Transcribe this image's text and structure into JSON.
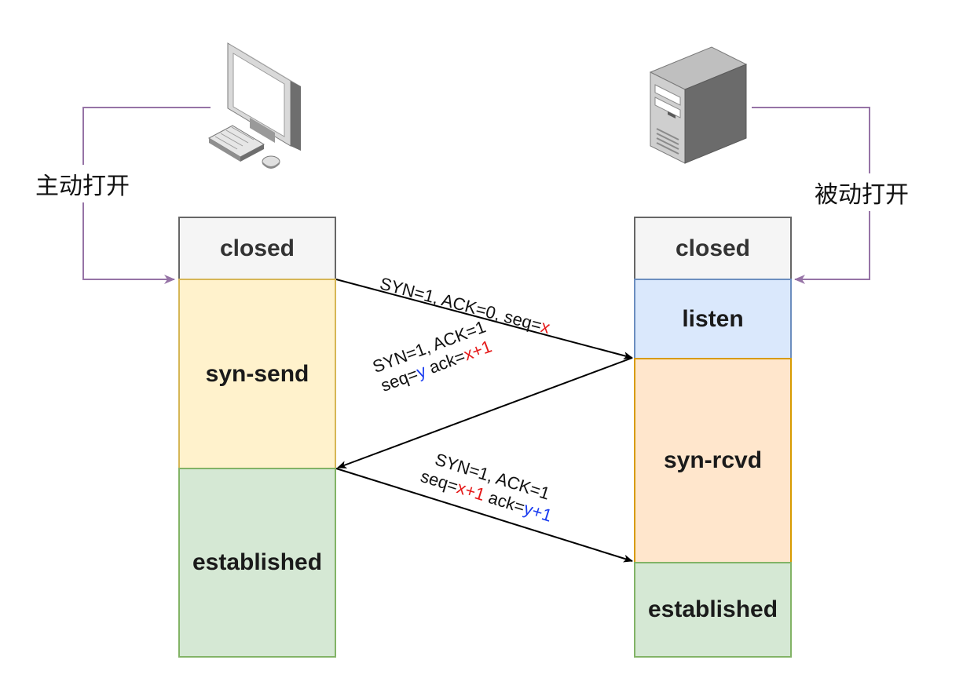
{
  "client": {
    "device": "desktop-computer-icon",
    "open_label": "主动打开",
    "states": [
      "closed",
      "syn-send",
      "established"
    ]
  },
  "server": {
    "device": "server-tower-icon",
    "open_label": "被动打开",
    "states": [
      "closed",
      "listen",
      "syn-rcvd",
      "established"
    ]
  },
  "messages": [
    {
      "line1": "SYN=1, ACK=0, seq=",
      "line1_var": "x"
    },
    {
      "line1": "SYN=1, ACK=1",
      "line2_a": "seq=",
      "line2_var1": "y",
      "line2_b": " ack=",
      "line2_var2": "x+1"
    },
    {
      "line1": "SYN=1, ACK=1",
      "line2_a": "seq=",
      "line2_var1": "x+1",
      "line2_b": " ack=",
      "line2_var2": "y+1"
    }
  ],
  "colors": {
    "open_arrow": "#9673a6",
    "client_var": "#e51919",
    "server_var": "#1a3cf0"
  }
}
